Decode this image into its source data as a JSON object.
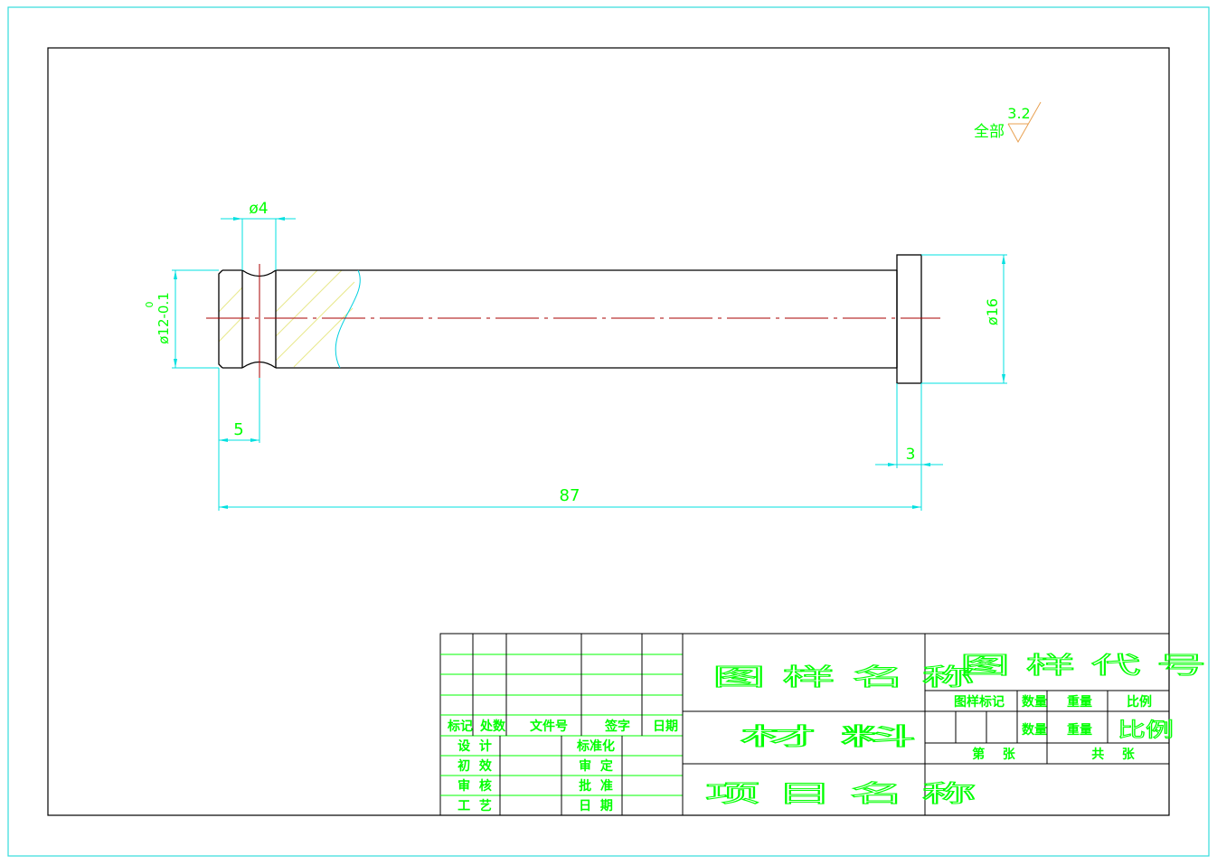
{
  "colors": {
    "border": "#33dddd",
    "frame": "#000000",
    "outline": "#000000",
    "centerline": "#aa0000",
    "hatch": "#e8e88a",
    "dimension": "#00e0e0",
    "text": "#00ff00",
    "break_line": "#00d0e0"
  },
  "roughness": {
    "value": "3.2",
    "prefix": "全部"
  },
  "dimensions": {
    "groove_dia": "ø4",
    "shaft_dia": "ø12-0.1",
    "shaft_tol_upper": "0",
    "head_dia": "ø16",
    "groove_pos": "5",
    "head_thk": "3",
    "length": "87"
  },
  "title_block": {
    "rev_headers": [
      "标记",
      "处数",
      "文件号",
      "签字",
      "日期"
    ],
    "sign_rows": [
      [
        "设  计",
        "标准化"
      ],
      [
        "初  效",
        "审  定"
      ],
      [
        "审  核",
        "批  准"
      ],
      [
        "工  艺",
        "日  期"
      ]
    ],
    "drawing_name": "图 样 名 称",
    "material": "材 料",
    "project_name": "项 目 名 称",
    "drawing_code": "图 样 代 号",
    "attr_headers": [
      "图样标记",
      "数量",
      "重量",
      "比例"
    ],
    "attr_values": [
      "数量",
      "重量",
      "比例"
    ],
    "sheet_of": "第    张",
    "sheet_total": "共    张"
  }
}
